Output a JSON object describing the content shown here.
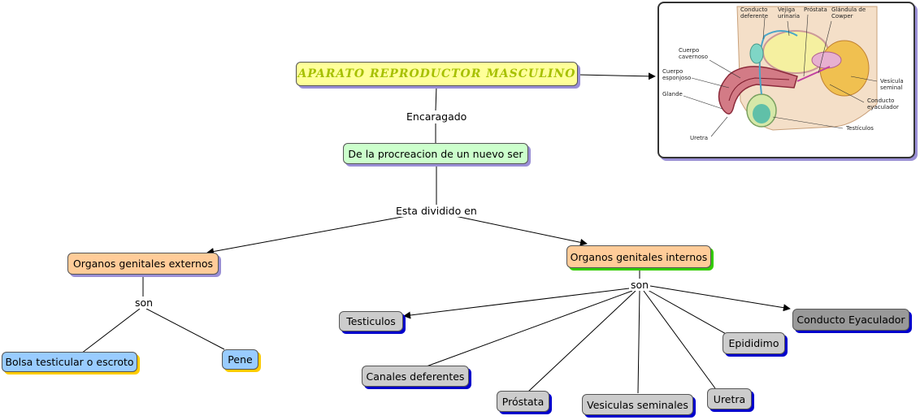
{
  "title": "APARATO REPRODUCTOR MASCULINO",
  "nodes": {
    "procreation": "De la procreacion de un nuevo ser",
    "external": "Organos genitales externos",
    "internal": "Organos genitales internos",
    "scrotum": "Bolsa testicular o escroto",
    "penis": "Pene",
    "testicles": "Testiculos",
    "vas_deferens": "Canales deferentes",
    "prostate": "Próstata",
    "seminal_vesicles": "Vesiculas seminales",
    "urethra": "Uretra",
    "epididymis": "Epididimo",
    "ejaculatory_duct": "Conducto Eyaculador"
  },
  "link_labels": {
    "encargado": "Encaragado",
    "dividido": "Esta dividido en",
    "son_external": "son",
    "son_internal": "son"
  },
  "image_labels": {
    "conducto_deferente": "Conducto deferente",
    "vejiga": "Vejiga urinaria",
    "prostata": "Próstata",
    "cowper": "Glándula de Cowper",
    "cuerpo_cavernoso": "Cuerpo cavernoso",
    "cuerpo_esponjoso": "Cuerpo esponjoso",
    "glande": "Glande",
    "vesicula": "Vesícula seminal",
    "conducto_eyaculador": "Conducto eyaculador",
    "uretra": "Uretra",
    "testiculos": "Testículos"
  },
  "colors": {
    "title_bg": "#ffff99",
    "title_text": "#a6c000",
    "green_node": "#ccffcc",
    "orange_node": "#ffcc99",
    "blue_node": "#99ccff",
    "gray_node": "#cccccc",
    "dark_gray_node": "#999999",
    "shadow_purple": "#9a8fd6",
    "shadow_green": "#33cc00",
    "shadow_yellow": "#ffcc00",
    "shadow_blue": "#0000cc"
  }
}
